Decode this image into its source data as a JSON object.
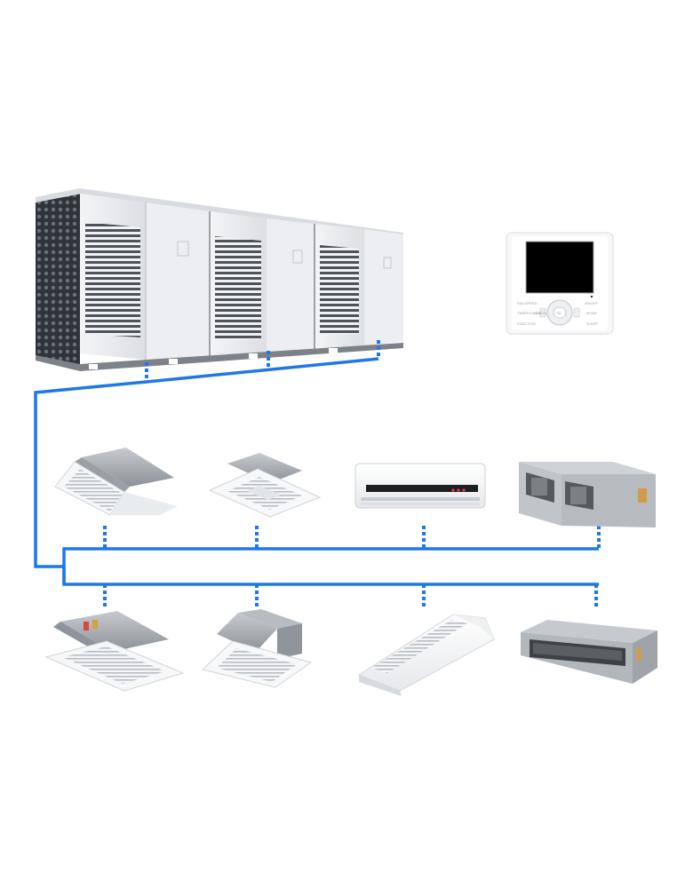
{
  "colors": {
    "pipe": "#1f77e8",
    "unit_body": "#e9ebee",
    "unit_shadow": "#c9ccd1",
    "grille": "#5a5f66",
    "controller_screen": "#000000"
  },
  "outdoor_unit": {
    "modules": 3,
    "icon": "vrf-outdoor-unit-icon"
  },
  "controller": {
    "icon": "wired-controller-icon",
    "labels": [
      "FAN SPEED",
      "TIMER/CLOCK",
      "FUNCTION",
      "ON/OFF",
      "MODE",
      "SLEEP",
      "CANCEL",
      "OK"
    ]
  },
  "indoor_units": {
    "row1": [
      {
        "type": "one-way-cassette",
        "icon": "one-way-cassette-icon"
      },
      {
        "type": "four-way-cassette",
        "icon": "four-way-cassette-icon"
      },
      {
        "type": "wall-mounted",
        "icon": "wall-mounted-unit-icon"
      },
      {
        "type": "high-static-duct",
        "icon": "high-static-duct-icon"
      }
    ],
    "row2": [
      {
        "type": "two-way-cassette",
        "icon": "two-way-cassette-icon"
      },
      {
        "type": "compact-four-way-cassette",
        "icon": "compact-cassette-icon"
      },
      {
        "type": "ceiling-floor",
        "icon": "ceiling-floor-unit-icon"
      },
      {
        "type": "slim-duct",
        "icon": "slim-duct-icon"
      }
    ]
  }
}
